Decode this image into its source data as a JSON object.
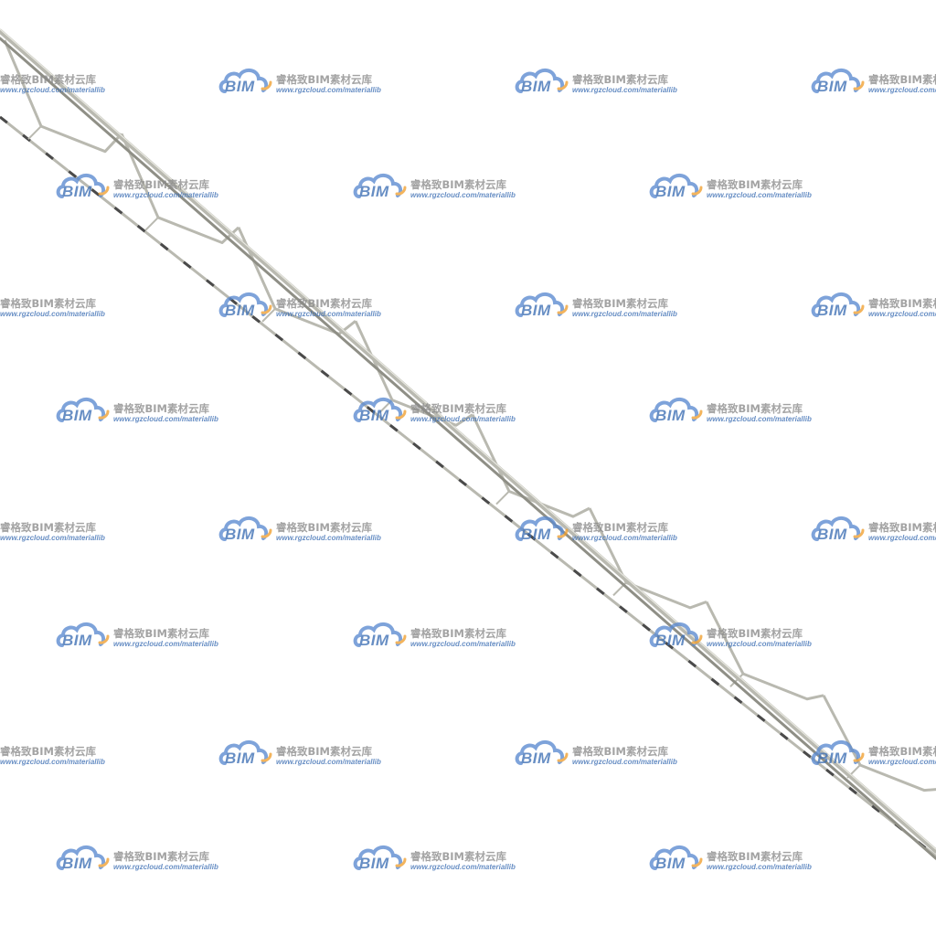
{
  "scene": {
    "subject": "steel-truss",
    "background_color": "#ffffff",
    "truss_color": "#b9b9b0",
    "truss_shadow_color": "#4a4a4a"
  },
  "watermark": {
    "logo_text": "BIM",
    "title": "睿格致BIM素材云库",
    "url": "www.rgzcloud.com/materiallib",
    "cloud_color": "#5b8ad0",
    "accent_color": "#f0a030",
    "text_color": "#8a8a8a",
    "url_color": "#3d6fb4"
  }
}
